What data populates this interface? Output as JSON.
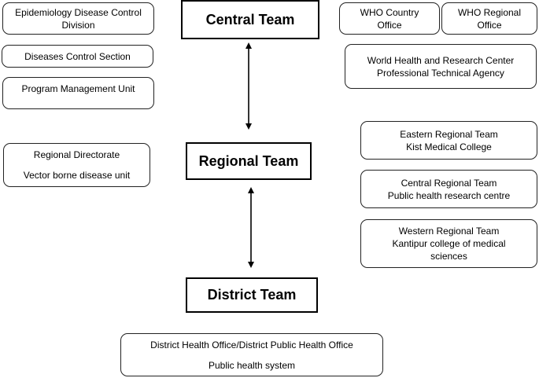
{
  "teams": {
    "central": "Central Team",
    "regional": "Regional Team",
    "district": "District Team"
  },
  "left": {
    "epidemiology": [
      "Epidemiology Disease Control",
      "Division"
    ],
    "diseases_control": "Diseases Control Section",
    "program_management": "Program Management Unit",
    "regional_directorate": [
      "Regional Directorate",
      "Vector borne disease unit"
    ]
  },
  "right": {
    "who_country": [
      "WHO Country",
      "Office"
    ],
    "who_regional": [
      "WHO Regional",
      "Office"
    ],
    "world_health": [
      "World Health and Research Center",
      "Professional Technical Agency"
    ],
    "eastern": [
      "Eastern Regional Team",
      "Kist Medical College"
    ],
    "central_regional": [
      "Central Regional Team",
      "Public health research centre"
    ],
    "western": [
      "Western Regional Team",
      "Kantipur college of medical",
      "sciences"
    ]
  },
  "bottom": {
    "district_office": [
      "District Health Office/District Public Health Office",
      "Public health system"
    ]
  }
}
